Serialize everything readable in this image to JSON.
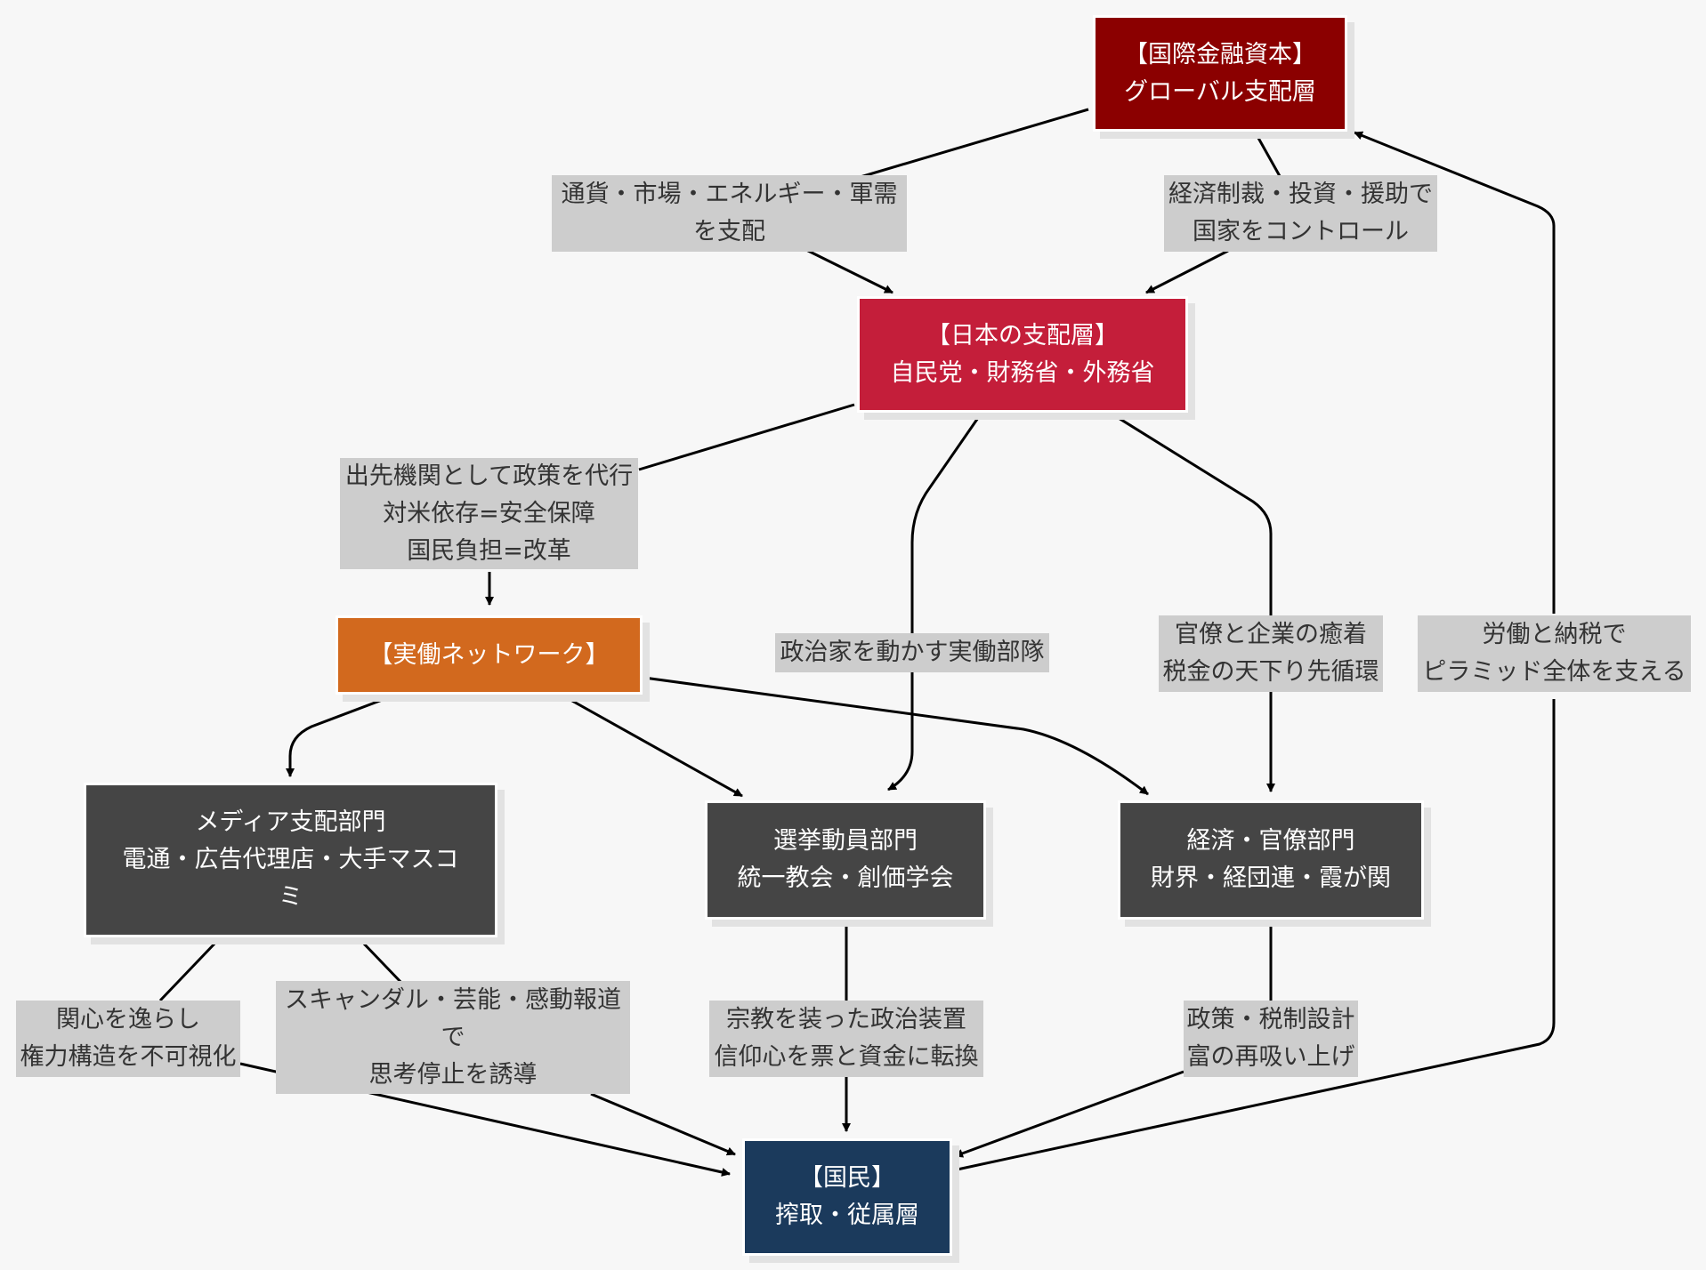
{
  "colors": {
    "background": "#f7f7f7",
    "edge": "#000000",
    "label_bg": "#cdcdcd",
    "label_text": "#333333",
    "global": "#8b0000",
    "japan": "#c41e3a",
    "network": "#d2691e",
    "department": "#454545",
    "citizens": "#1b3a5c"
  },
  "nodes": {
    "global": {
      "title": "【国際金融資本】",
      "sub": "グローバル支配層"
    },
    "japan": {
      "title": "【日本の支配層】",
      "sub": "自民党・財務省・外務省"
    },
    "network": {
      "title": "【実働ネットワーク】"
    },
    "media": {
      "title": "メディア支配部門",
      "sub": "電通・広告代理店・大手マスコ",
      "sub2": "ミ"
    },
    "election": {
      "title": "選挙動員部門",
      "sub": "統一教会・創価学会"
    },
    "economy": {
      "title": "経済・官僚部門",
      "sub": "財界・経団連・霞が関"
    },
    "citizens": {
      "title": "【国民】",
      "sub": "搾取・従属層"
    }
  },
  "edges": {
    "global_japan_left": {
      "line1": "通貨・市場・エネルギー・軍需",
      "line2": "を支配"
    },
    "global_japan_right": {
      "line1": "経済制裁・投資・援助で",
      "line2": "国家をコントロール"
    },
    "japan_network": {
      "line1": "出先機関として政策を代行",
      "line2": "対米依存=安全保障",
      "line3": "国民負担=改革"
    },
    "japan_election": {
      "line1": "政治家を動かす実働部隊"
    },
    "japan_economy": {
      "line1": "官僚と企業の癒着",
      "line2": "税金の天下り先循環"
    },
    "citizens_global": {
      "line1": "労働と納税で",
      "line2": "ピラミッド全体を支える"
    },
    "media_citizens_left": {
      "line1": "関心を逸らし",
      "line2": "権力構造を不可視化"
    },
    "media_citizens_right": {
      "line1": "スキャンダル・芸能・感動報道",
      "line2": "で",
      "line3": "思考停止を誘導"
    },
    "election_citizens": {
      "line1": "宗教を装った政治装置",
      "line2": "信仰心を票と資金に転換"
    },
    "economy_citizens": {
      "line1": "政策・税制設計",
      "line2": "富の再吸い上げ"
    }
  }
}
